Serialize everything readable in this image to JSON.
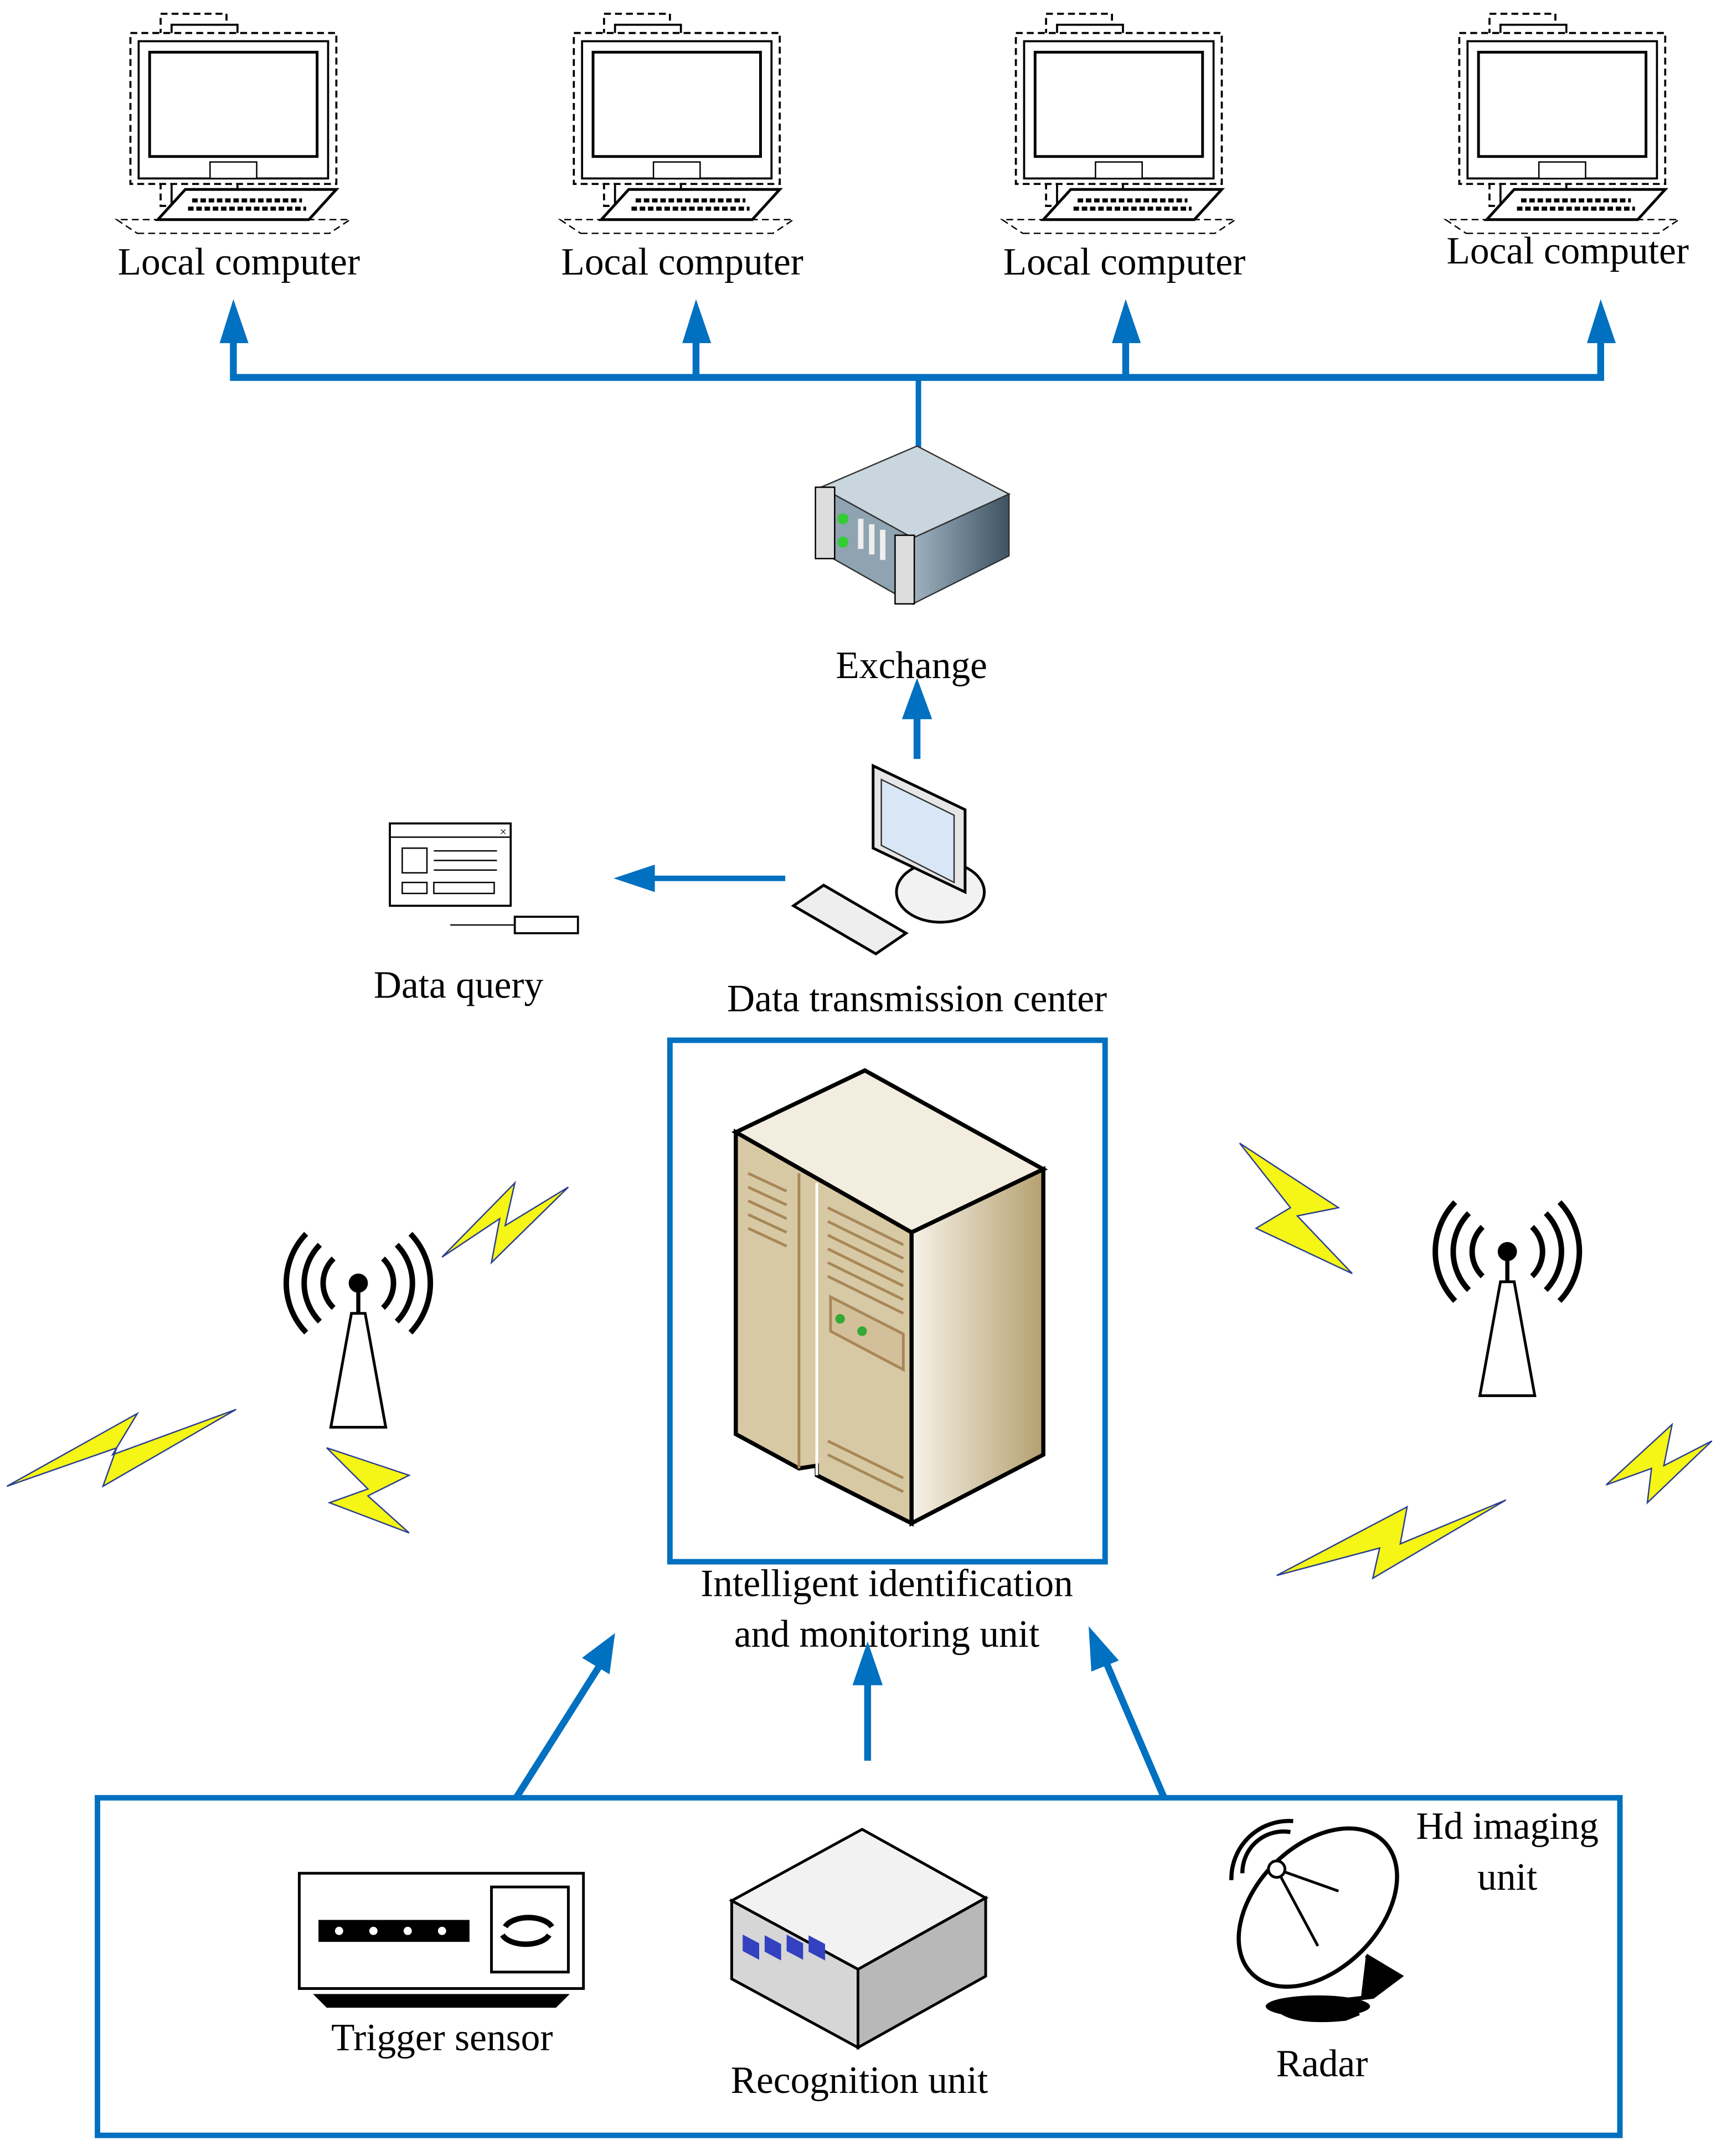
{
  "colors": {
    "connector": "#0070c0",
    "bolt": "#f5f516",
    "server": "#d9c9a6"
  },
  "local_computers": [
    {
      "label": "Local computer",
      "icon": "desktop-computer-icon"
    },
    {
      "label": "Local computer",
      "icon": "desktop-computer-icon"
    },
    {
      "label": "Local computer",
      "icon": "desktop-computer-icon"
    },
    {
      "label": "Local computer",
      "icon": "desktop-computer-icon"
    }
  ],
  "exchange": {
    "label": "Exchange",
    "icon": "rack-switch-icon"
  },
  "data_query": {
    "label": "Data query",
    "icon": "terminal-window-icon"
  },
  "data_center": {
    "label": "Data transmission center",
    "icon": "workstation-icon"
  },
  "main_unit": {
    "line1": "Intelligent identification",
    "line2": "and monitoring unit",
    "icon": "server-tower-icon"
  },
  "sensors": {
    "trigger": {
      "label": "Trigger sensor",
      "icon": "trigger-device-icon"
    },
    "recognition": {
      "label": "Recognition unit",
      "icon": "network-hub-icon"
    },
    "radar": {
      "label": "Radar",
      "icon": "satellite-dish-icon"
    },
    "hd": {
      "line1": "Hd imaging",
      "line2": "unit"
    }
  },
  "antennas": [
    "radio-tower-icon",
    "radio-tower-icon"
  ]
}
